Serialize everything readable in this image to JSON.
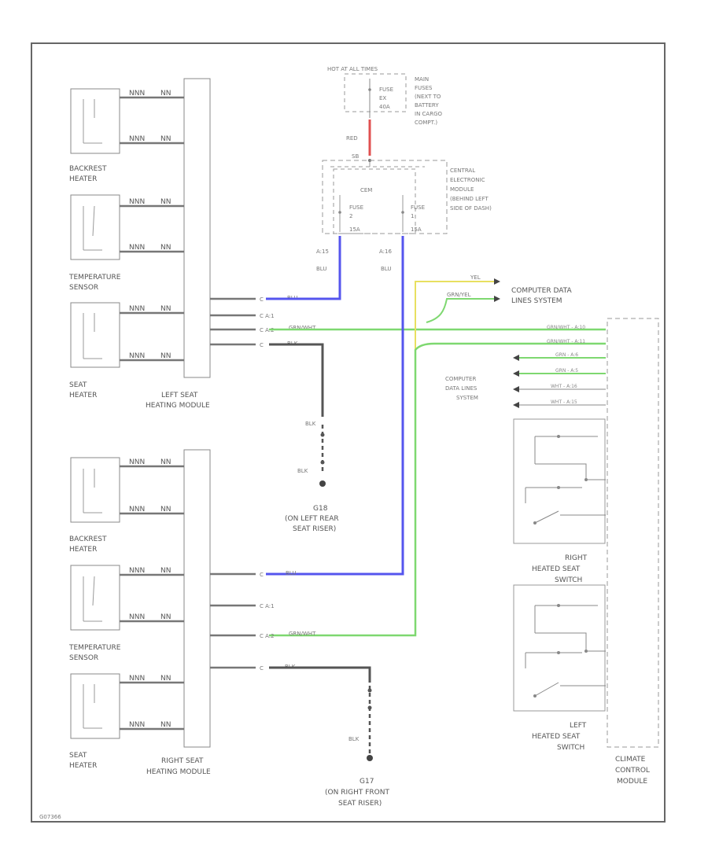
{
  "colors": {
    "red": "#e05050",
    "blue": "#5555ee",
    "green": "#7ed870",
    "yellow": "#e8e060",
    "black": "#555555",
    "frame": "#666666"
  },
  "top": {
    "hot_at_all_times": "HOT AT ALL TIMES",
    "fuse_ex": "FUSE",
    "fuse_ex_num": "EX",
    "fuse_ex_amp": "40A",
    "main_fuses": [
      "MAIN",
      "FUSES",
      "(NEXT TO",
      "BATTERY",
      "IN CARGO",
      "COMPT.)"
    ],
    "red_wire": "RED",
    "connector": "SB",
    "cem_title": [
      "CENTRAL",
      "ELECTRONIC",
      "MODULE",
      "(BEHIND LEFT",
      "SIDE OF DASH)"
    ],
    "cem": "CEM",
    "fuse_left": "FUSE",
    "fuse_left_num": "2",
    "fuse_left_amp": "15A",
    "fuse_right": "FUSE",
    "fuse_right_num": "1",
    "fuse_right_amp": "15A",
    "pin_left": "A:15",
    "pin_right": "A:16",
    "blu_left": "BLU",
    "blu_right": "BLU"
  },
  "data_lines": {
    "yel": "YEL",
    "grn_yel": "GRN/YEL",
    "computer_data_lines": [
      "COMPUTER DATA",
      "LINES SYSTEM"
    ],
    "computer_data_lines_2": [
      "COMPUTER",
      "DATA LINES",
      "SYSTEM"
    ],
    "ccm_pins": [
      "GRN/WHT - A:10",
      "GRN/WHT - A:11",
      "GRN - A:6",
      "GRN - A:5",
      "WHT - A:16",
      "WHT - A:15"
    ]
  },
  "left_seat": {
    "comp1": [
      "BACKREST",
      "HEATER"
    ],
    "comp2": [
      "TEMPERATURE",
      "SENSOR"
    ],
    "comp3": [
      "SEAT",
      "HEATER"
    ],
    "module": [
      "LEFT SEAT",
      "HEATING MODULE"
    ],
    "wire1": "BLU",
    "wire3": "GRN/WHT",
    "wire4": "BLK",
    "blk_a": "BLK",
    "blk_b": "BLK",
    "ground": [
      "G18",
      "(ON LEFT REAR",
      "SEAT RISER)"
    ]
  },
  "right_seat": {
    "comp1": [
      "BACKREST",
      "HEATER"
    ],
    "comp2": [
      "TEMPERATURE",
      "SENSOR"
    ],
    "comp3": [
      "SEAT",
      "HEATER"
    ],
    "module": [
      "RIGHT SEAT",
      "HEATING MODULE"
    ],
    "wire1": "BLU",
    "wire3": "GRN/WHT",
    "wire4": "BLK",
    "blk": "BLK",
    "ground": [
      "G17",
      "(ON RIGHT FRONT",
      "SEAT RISER)"
    ]
  },
  "switches": {
    "right": [
      "RIGHT",
      "HEATED SEAT",
      "SWITCH"
    ],
    "left": [
      "LEFT",
      "HEATED SEAT",
      "SWITCH"
    ],
    "ccm": [
      "CLIMATE",
      "CONTROL",
      "MODULE"
    ]
  },
  "footer": "G07366"
}
